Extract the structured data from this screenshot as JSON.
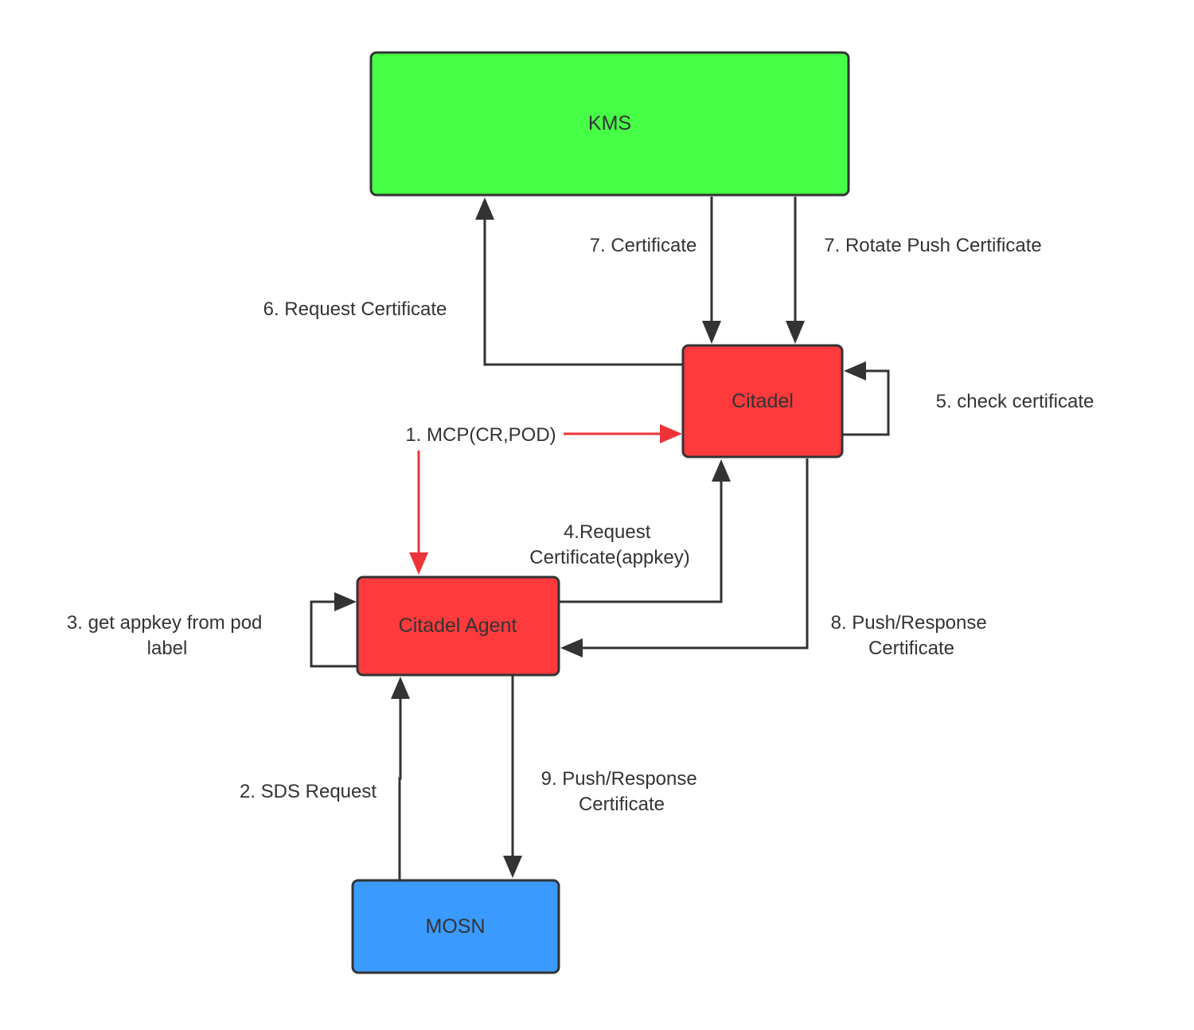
{
  "colors": {
    "kms": "#47fe47",
    "citadel": "#fe3a3d",
    "citadel_agent": "#fe3a3d",
    "mosn": "#3a9afe",
    "line": "#333333",
    "red_line": "#ee3338"
  },
  "nodes": {
    "kms": "KMS",
    "citadel": "Citadel",
    "citadel_agent": "Citadel Agent",
    "mosn": "MOSN"
  },
  "edges": {
    "mcp": "1. MCP(CR,POD)",
    "sds_request": "2. SDS Request",
    "get_appkey": [
      "3. get appkey from pod",
      "label"
    ],
    "request_cert_appkey": [
      "4.Request",
      "Certificate(appkey)"
    ],
    "check_cert": "5. check certificate",
    "request_cert": "6. Request Certificate",
    "certificate": "7. Certificate",
    "rotate_push": "7. Rotate Push Certificate",
    "push_response_citadel": [
      "8. Push/Response",
      "Certificate"
    ],
    "push_response_agent": [
      "9. Push/Response",
      "Certificate"
    ]
  }
}
